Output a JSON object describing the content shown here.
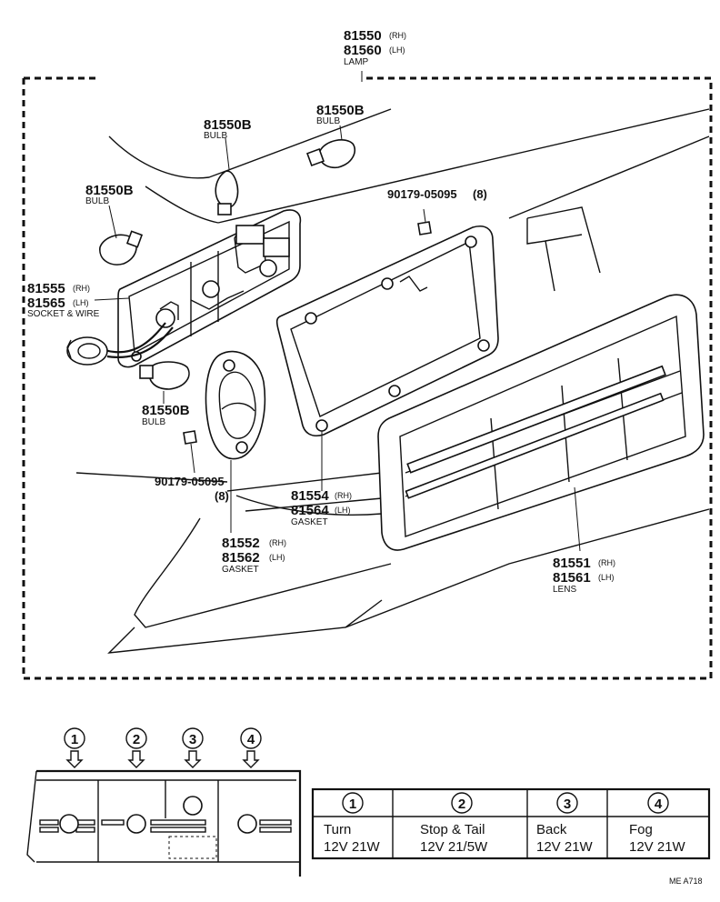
{
  "labels": {
    "lamp": {
      "pn_rh": "81550",
      "rh": "(RH)",
      "pn_lh": "81560",
      "lh": "(LH)",
      "name": "LAMP"
    },
    "bulb_top": {
      "pn": "81550B",
      "name": "BULB"
    },
    "bulb_top_right": {
      "pn": "81550B",
      "name": "BULB"
    },
    "bulb_left": {
      "pn": "81550B",
      "name": "BULB"
    },
    "bulb_lower": {
      "pn": "81550B",
      "name": "BULB"
    },
    "screw_upper": {
      "pn": "90179-05095",
      "qty": "(8)"
    },
    "screw_lower": {
      "pn": "90179-05095",
      "qty": "(8)"
    },
    "socket": {
      "pn_rh": "81555",
      "rh": "(RH)",
      "pn_lh": "81565",
      "lh": "(LH)",
      "name": "SOCKET & WIRE"
    },
    "gasket_outer": {
      "pn_rh": "81554",
      "rh": "(RH)",
      "pn_lh": "81564",
      "lh": "(LH)",
      "name": "GASKET"
    },
    "gasket_inner": {
      "pn_rh": "81552",
      "rh": "(RH)",
      "pn_lh": "81562",
      "lh": "(LH)",
      "name": "GASKET"
    },
    "lens": {
      "pn_rh": "81551",
      "rh": "(RH)",
      "pn_lh": "81561",
      "lh": "(LH)",
      "name": "LENS"
    }
  },
  "positions": [
    "1",
    "2",
    "3",
    "4"
  ],
  "bulb_table": [
    {
      "num": "1",
      "name": "Turn",
      "spec": "12V 21W"
    },
    {
      "num": "2",
      "name": "Stop & Tail",
      "spec": "12V 21/5W"
    },
    {
      "num": "3",
      "name": "Back",
      "spec": "12V 21W"
    },
    {
      "num": "4",
      "name": "Fog",
      "spec": "12V 21W"
    }
  ],
  "ref": "ME  A718"
}
